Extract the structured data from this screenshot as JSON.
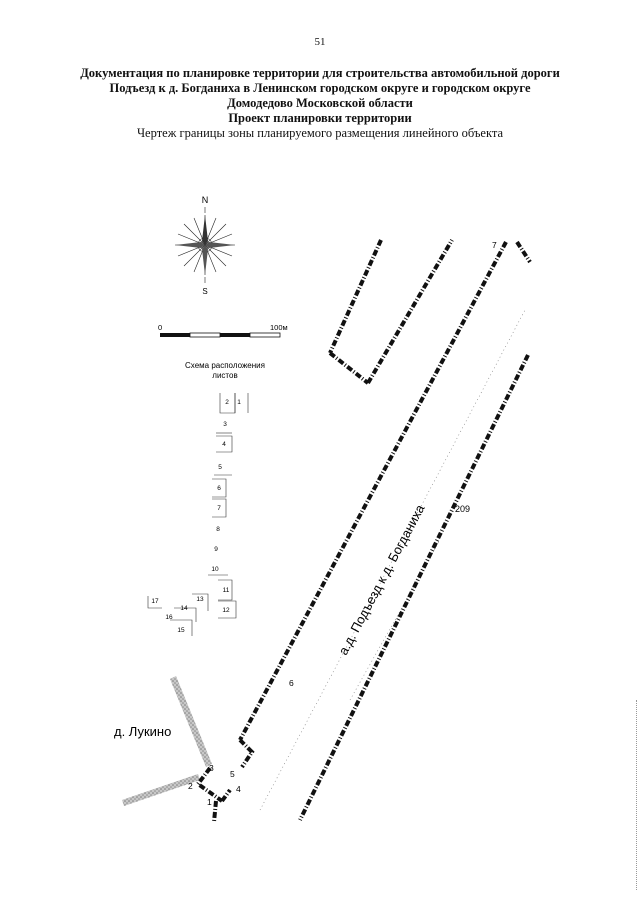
{
  "page": {
    "number": "51"
  },
  "header": {
    "lines": [
      "Документация по планировке территории для строительства автомобильной дороги",
      "Подъезд к д. Богданиха в Ленинском городском округе и городском округе",
      "Домодедово Московской области",
      "Проект планировки территории"
    ],
    "subtitle": "Чертеж границы зоны планируемого размещения линейного объекта"
  },
  "compass": {
    "north": "N",
    "south": "S"
  },
  "scale_bar": {
    "start": "0",
    "end": "100м"
  },
  "sheet_scheme": {
    "title_line1": "Схема расположения",
    "title_line2": "листов",
    "sheets": [
      "1",
      "2",
      "3",
      "4",
      "5",
      "6",
      "7",
      "8",
      "9",
      "10",
      "11",
      "12",
      "13",
      "14",
      "15",
      "16",
      "17"
    ]
  },
  "map": {
    "road_label": "а.д. Подъезд к д. Богданиха",
    "village_label": "д. Лукино",
    "number_209": "209",
    "points": [
      "1",
      "2",
      "3",
      "4",
      "5",
      "6",
      "7"
    ]
  },
  "colors": {
    "boundary": "#111111",
    "existing_road": "#9a9a9a",
    "text": "#111111"
  }
}
